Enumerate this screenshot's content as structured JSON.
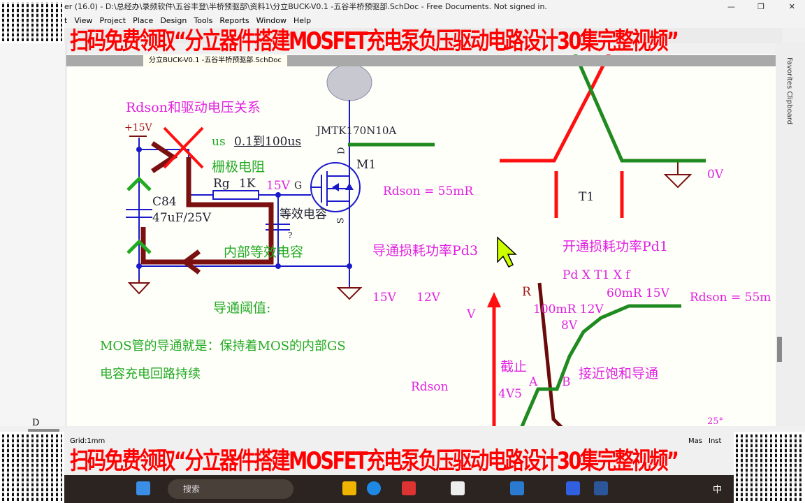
{
  "window": {
    "title": "er (16.0) - D:\\总经办\\录频软件\\五谷丰登\\半桥预驱部\\资料1\\分立BUCK-V0.1 -五谷半桥预驱部.SchDoc - Free Documents. Not signed in.",
    "controls": [
      "—",
      "❐",
      "✕"
    ]
  },
  "menu": [
    "t",
    "View",
    "Project",
    "Place",
    "Design",
    "Tools",
    "Reports",
    "Window",
    "Help"
  ],
  "tab": {
    "label": "分立BUCK-V0.1 -五谷半桥预驱部.SchDoc"
  },
  "right_panel": {
    "label": "Favorites  Clipboard"
  },
  "left_panel": {
    "label": "D"
  },
  "status": {
    "grid": "Grid:1mm",
    "right": "Mas",
    "inst": "Inst"
  },
  "taskbar": {
    "search": "搜索",
    "ime": "中"
  },
  "overlay": {
    "banner": "扫码免费领取“分立器件搭建MOSFET充电泵负压驱动电路设计30集完整视频”"
  },
  "schematic": {
    "title": "Rdson和驱动电压关系",
    "vcc": "+15V",
    "us": "us",
    "time_range": "0.1到100us",
    "gate_res_label": "栅极电阻",
    "rg": "Rg",
    "rg_val": "1K",
    "gate_v": "15V",
    "g": "G",
    "d": "D",
    "s": "S",
    "part": "JMTK170N10A",
    "ref": "M1",
    "cap_ref": "C84",
    "cap_val": "47uF/25V",
    "eq_cap": "等效电容",
    "q": "?",
    "inner_cap": "内部等效电容",
    "threshold": "导通阈值:",
    "note1": "MOS管的导通就是：保持着MOS的内部GS",
    "note2": "电容充电回路持续",
    "rdson_val": "Rdson = 55mR",
    "pd3": "导通损耗功率Pd3",
    "pd1": "开通损耗功率Pd1",
    "formula": "Pd X T1 X f",
    "t1": "T1",
    "zero_v": "0V",
    "v15": "15V",
    "v12": "12V",
    "v_axis": "V",
    "r_axis": "R",
    "p100": "100mR  12V",
    "p60": "60mR  15V",
    "rdson55": "Rdson = 55m",
    "v8": "8V",
    "cutoff": "截止",
    "a": "A",
    "b": "B",
    "v45": "4V5",
    "rdson": "Rdson",
    "saturate": "接近饱和导通",
    "frag": "25°"
  },
  "colors": {
    "magenta": "#e020e0",
    "green": "#22aa22",
    "red": "#ff1010",
    "darkred": "#7a1010",
    "blue": "#1a1acc"
  }
}
